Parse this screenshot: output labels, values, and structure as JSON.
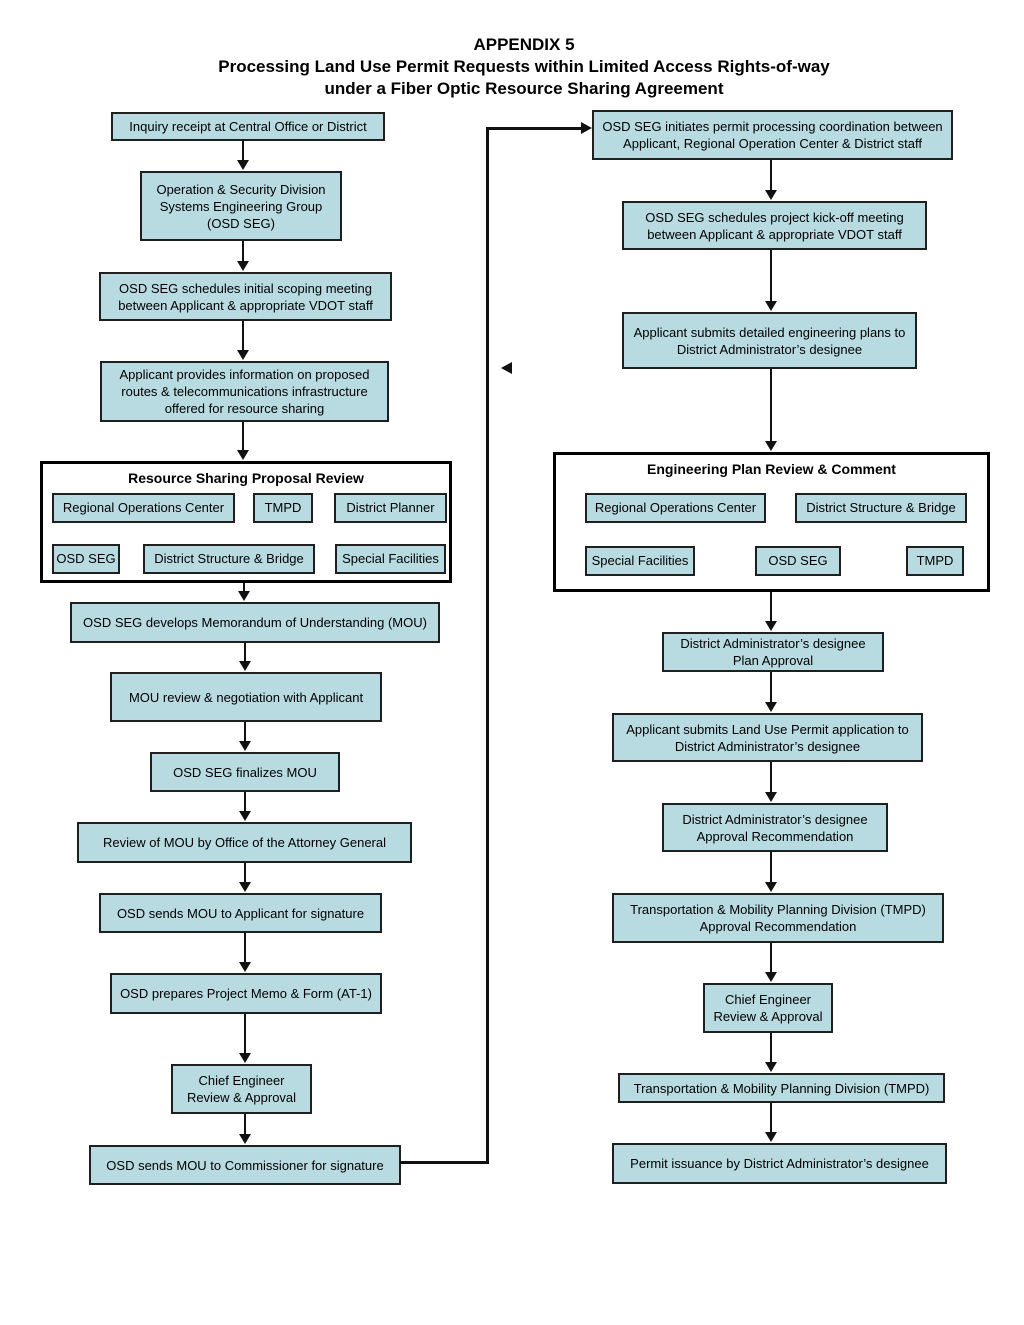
{
  "title": {
    "line1": "APPENDIX 5",
    "line2": "Processing Land Use Permit Requests within Limited Access Rights-of-way",
    "line3": "under a Fiber Optic Resource Sharing Agreement"
  },
  "colors": {
    "box_fill": "#b8dbe1",
    "box_border": "#1f1f1f",
    "connector_line": "#111111",
    "panel_border": "#000000",
    "background": "#ffffff",
    "text": "#000000"
  },
  "left_column": {
    "boxes": [
      "Inquiry receipt at Central Office or District",
      "Operation & Security Division\nSystems Engineering Group\n(OSD SEG)",
      "OSD SEG schedules  initial scoping meeting\nbetween Applicant & appropriate VDOT staff",
      "Applicant provides information on proposed\nroutes & telecommunications infrastructure\noffered for resource sharing",
      "OSD SEG develops Memorandum of Understanding (MOU)",
      "MOU review & negotiation with Applicant",
      "OSD SEG finalizes MOU",
      "Review of MOU by Office of the Attorney General",
      "OSD sends MOU to Applicant for signature",
      "OSD prepares Project Memo & Form (AT-1)",
      "Chief Engineer\nReview & Approval",
      "OSD sends MOU to Commissioner for signature"
    ],
    "review_panel": {
      "title": "Resource Sharing Proposal Review",
      "members": [
        "Regional Operations Center",
        "TMPD",
        "District Planner",
        "OSD SEG",
        "District  Structure & Bridge",
        "Special  Facilities"
      ]
    }
  },
  "right_column": {
    "boxes": [
      "OSD SEG initiates permit processing coordination between\nApplicant, Regional Operation Center & District staff",
      "OSD SEG schedules  project kick-off meeting\nbetween Applicant & appropriate VDOT staff",
      "Applicant submits detailed engineering plans to\nDistrict Administrator’s designee",
      "District Administrator’s designee\nPlan Approval",
      "Applicant submits Land Use Permit application to\nDistrict Administrator’s designee",
      "District Administrator’s designee\nApproval Recommendation",
      "Transportation & Mobility Planning Division  (TMPD)\nApproval Recommendation",
      "Chief Engineer\nReview & Approval",
      "Transportation & Mobility Planning Division (TMPD)",
      "Permit issuance by District Administrator’s designee"
    ],
    "review_panel": {
      "title": "Engineering Plan Review & Comment",
      "members": [
        "Regional Operations Center",
        "District  Structure & Bridge",
        "Special  Facilities",
        "OSD SEG",
        "TMPD"
      ]
    }
  }
}
